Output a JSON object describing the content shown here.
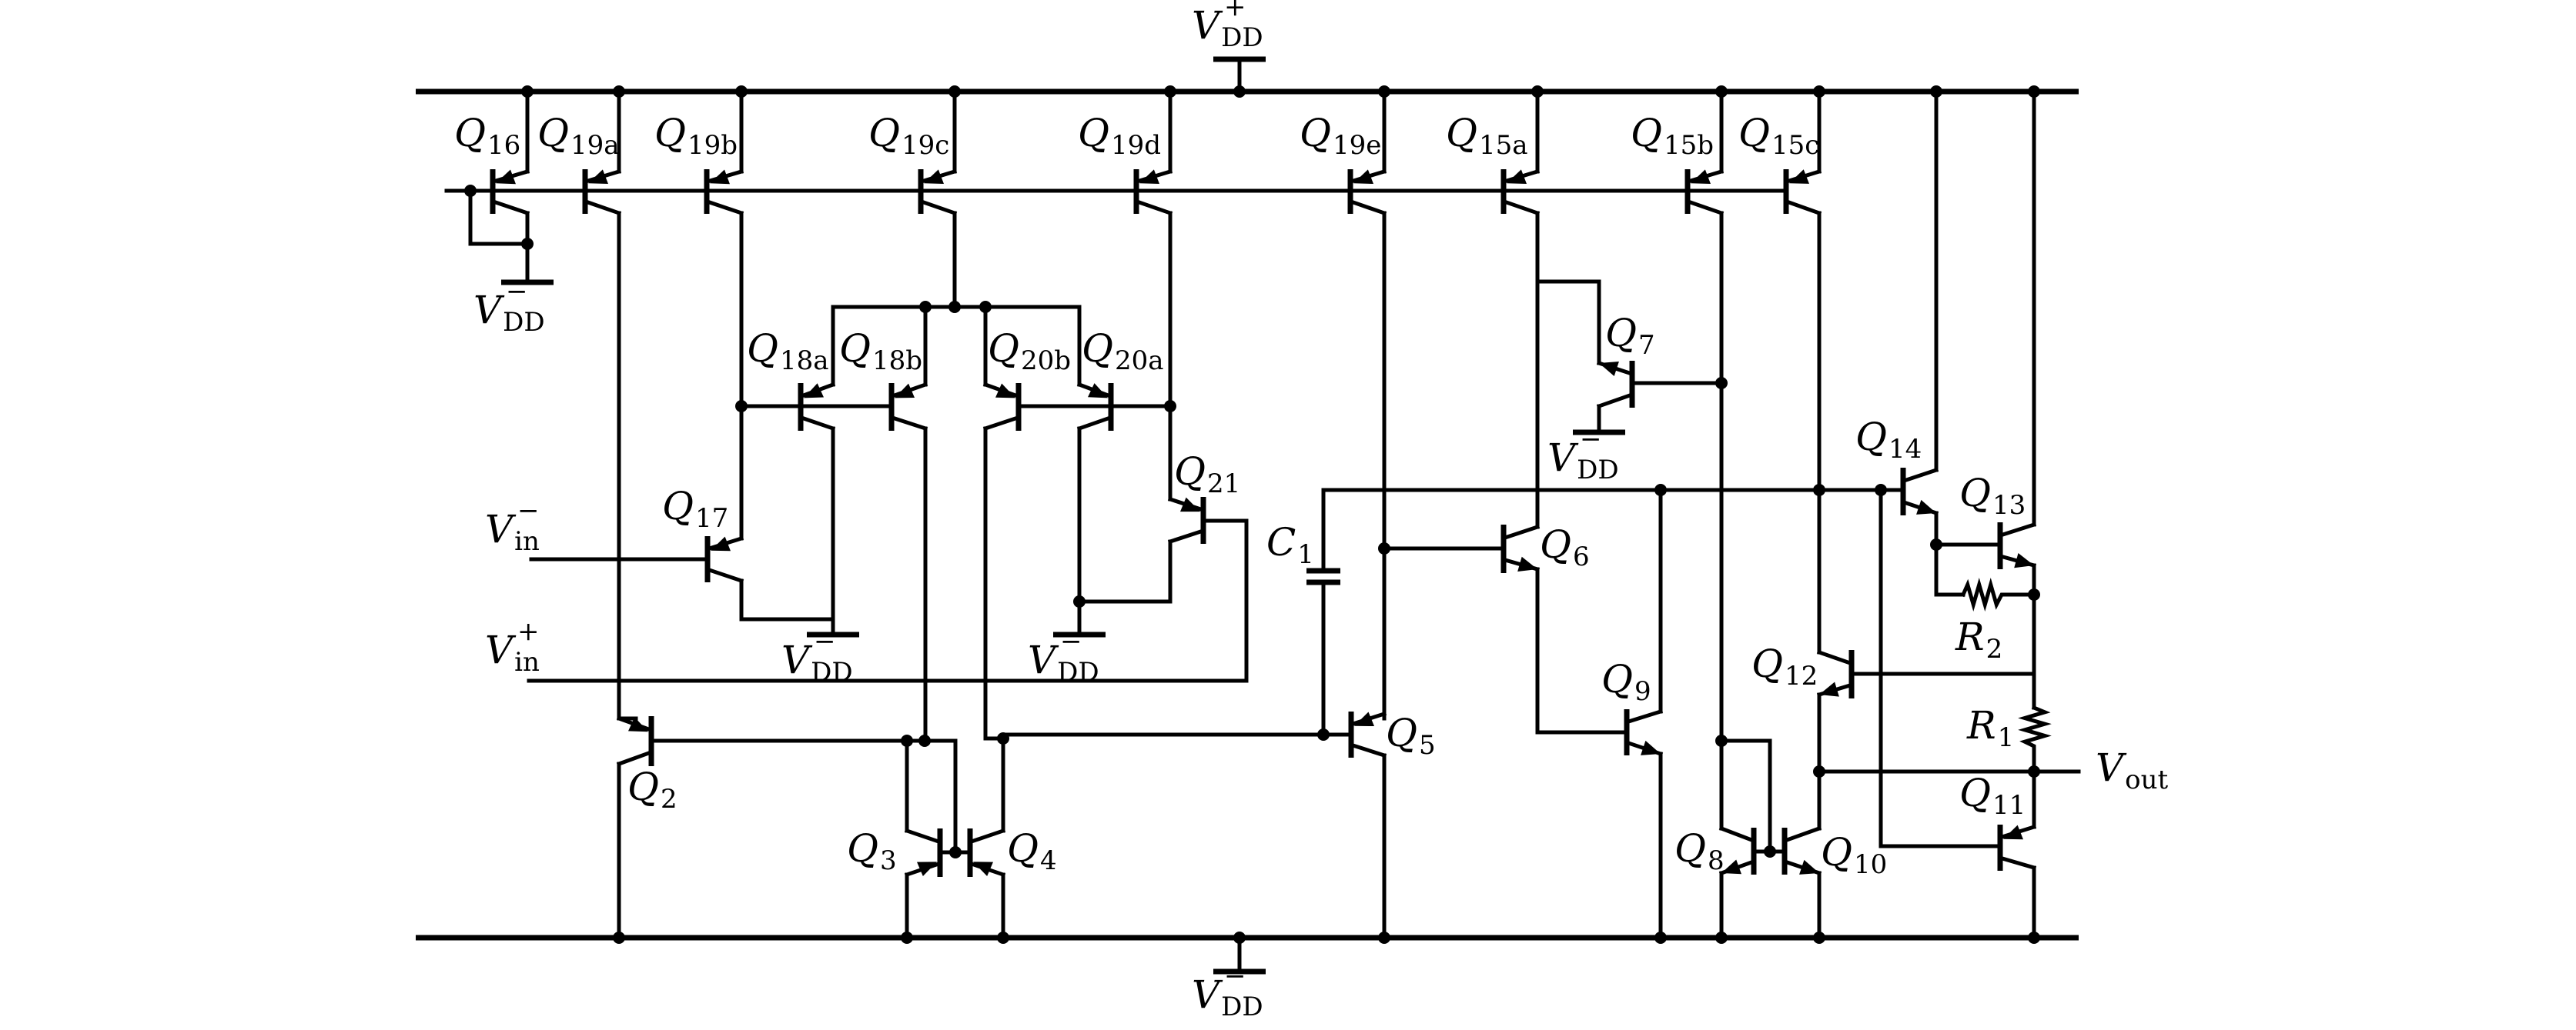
{
  "title": "Op-amp transistor-level schematic",
  "supplies": {
    "positive": {
      "symbol": "V",
      "sub": "DD",
      "sup": "+"
    },
    "negative": {
      "symbol": "V",
      "sub": "DD",
      "sup": "−"
    }
  },
  "inputs": {
    "inverting": {
      "symbol": "V",
      "sub": "in",
      "sup": "−"
    },
    "non_inverting": {
      "symbol": "V",
      "sub": "in",
      "sup": "+"
    }
  },
  "output": {
    "symbol": "V",
    "sub": "out"
  },
  "transistors": [
    {
      "id": "Q16",
      "sub": "16",
      "type": "pnp"
    },
    {
      "id": "Q19a",
      "sub": "19a",
      "type": "pnp"
    },
    {
      "id": "Q19b",
      "sub": "19b",
      "type": "pnp"
    },
    {
      "id": "Q19c",
      "sub": "19c",
      "type": "pnp"
    },
    {
      "id": "Q19d",
      "sub": "19d",
      "type": "pnp"
    },
    {
      "id": "Q19e",
      "sub": "19e",
      "type": "pnp"
    },
    {
      "id": "Q15a",
      "sub": "15a",
      "type": "pnp"
    },
    {
      "id": "Q15b",
      "sub": "15b",
      "type": "pnp"
    },
    {
      "id": "Q15c",
      "sub": "15c",
      "type": "pnp"
    },
    {
      "id": "Q18a",
      "sub": "18a",
      "type": "pnp"
    },
    {
      "id": "Q18b",
      "sub": "18b",
      "type": "pnp"
    },
    {
      "id": "Q20b",
      "sub": "20b",
      "type": "pnp"
    },
    {
      "id": "Q20a",
      "sub": "20a",
      "type": "pnp"
    },
    {
      "id": "Q17",
      "sub": "17",
      "type": "pnp"
    },
    {
      "id": "Q21",
      "sub": "21",
      "type": "pnp"
    },
    {
      "id": "Q7",
      "sub": "7",
      "type": "pnp"
    },
    {
      "id": "Q14",
      "sub": "14",
      "type": "npn"
    },
    {
      "id": "Q13",
      "sub": "13",
      "type": "npn"
    },
    {
      "id": "Q6",
      "sub": "6",
      "type": "npn"
    },
    {
      "id": "Q9",
      "sub": "9",
      "type": "npn"
    },
    {
      "id": "Q12",
      "sub": "12",
      "type": "pnp"
    },
    {
      "id": "Q11",
      "sub": "11",
      "type": "pnp"
    },
    {
      "id": "Q5",
      "sub": "5",
      "type": "pnp"
    },
    {
      "id": "Q2",
      "sub": "2",
      "type": "pnp"
    },
    {
      "id": "Q3",
      "sub": "3",
      "type": "npn"
    },
    {
      "id": "Q4",
      "sub": "4",
      "type": "npn"
    },
    {
      "id": "Q8",
      "sub": "8",
      "type": "npn"
    },
    {
      "id": "Q10",
      "sub": "10",
      "type": "npn"
    }
  ],
  "capacitors": [
    {
      "id": "C1",
      "symbol": "C",
      "sub": "1"
    }
  ],
  "resistors": [
    {
      "id": "R1",
      "symbol": "R",
      "sub": "1"
    },
    {
      "id": "R2",
      "symbol": "R",
      "sub": "2"
    }
  ]
}
